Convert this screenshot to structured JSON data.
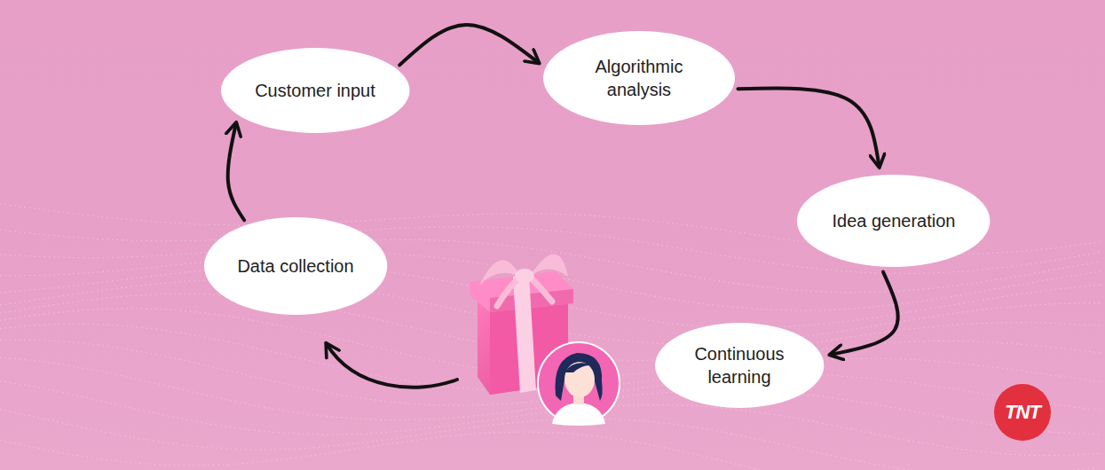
{
  "diagram": {
    "nodes": [
      {
        "text": [
          "Customer input"
        ]
      },
      {
        "text": [
          "Algorithmic analysis"
        ]
      },
      {
        "text": [
          "Idea generation"
        ]
      },
      {
        "text": [
          "Continuous learning"
        ]
      },
      {
        "text": [
          "Data collection"
        ]
      }
    ],
    "edges": [
      {
        "from": 0,
        "to": 1,
        "arrow": "to"
      },
      {
        "from": 1,
        "to": 2,
        "arrow": "to"
      },
      {
        "from": 2,
        "to": 3,
        "arrow": "to"
      },
      {
        "from": 4,
        "to": 0,
        "arrow": "to"
      }
    ],
    "labels": [
      "TNT"
    ]
  }
}
